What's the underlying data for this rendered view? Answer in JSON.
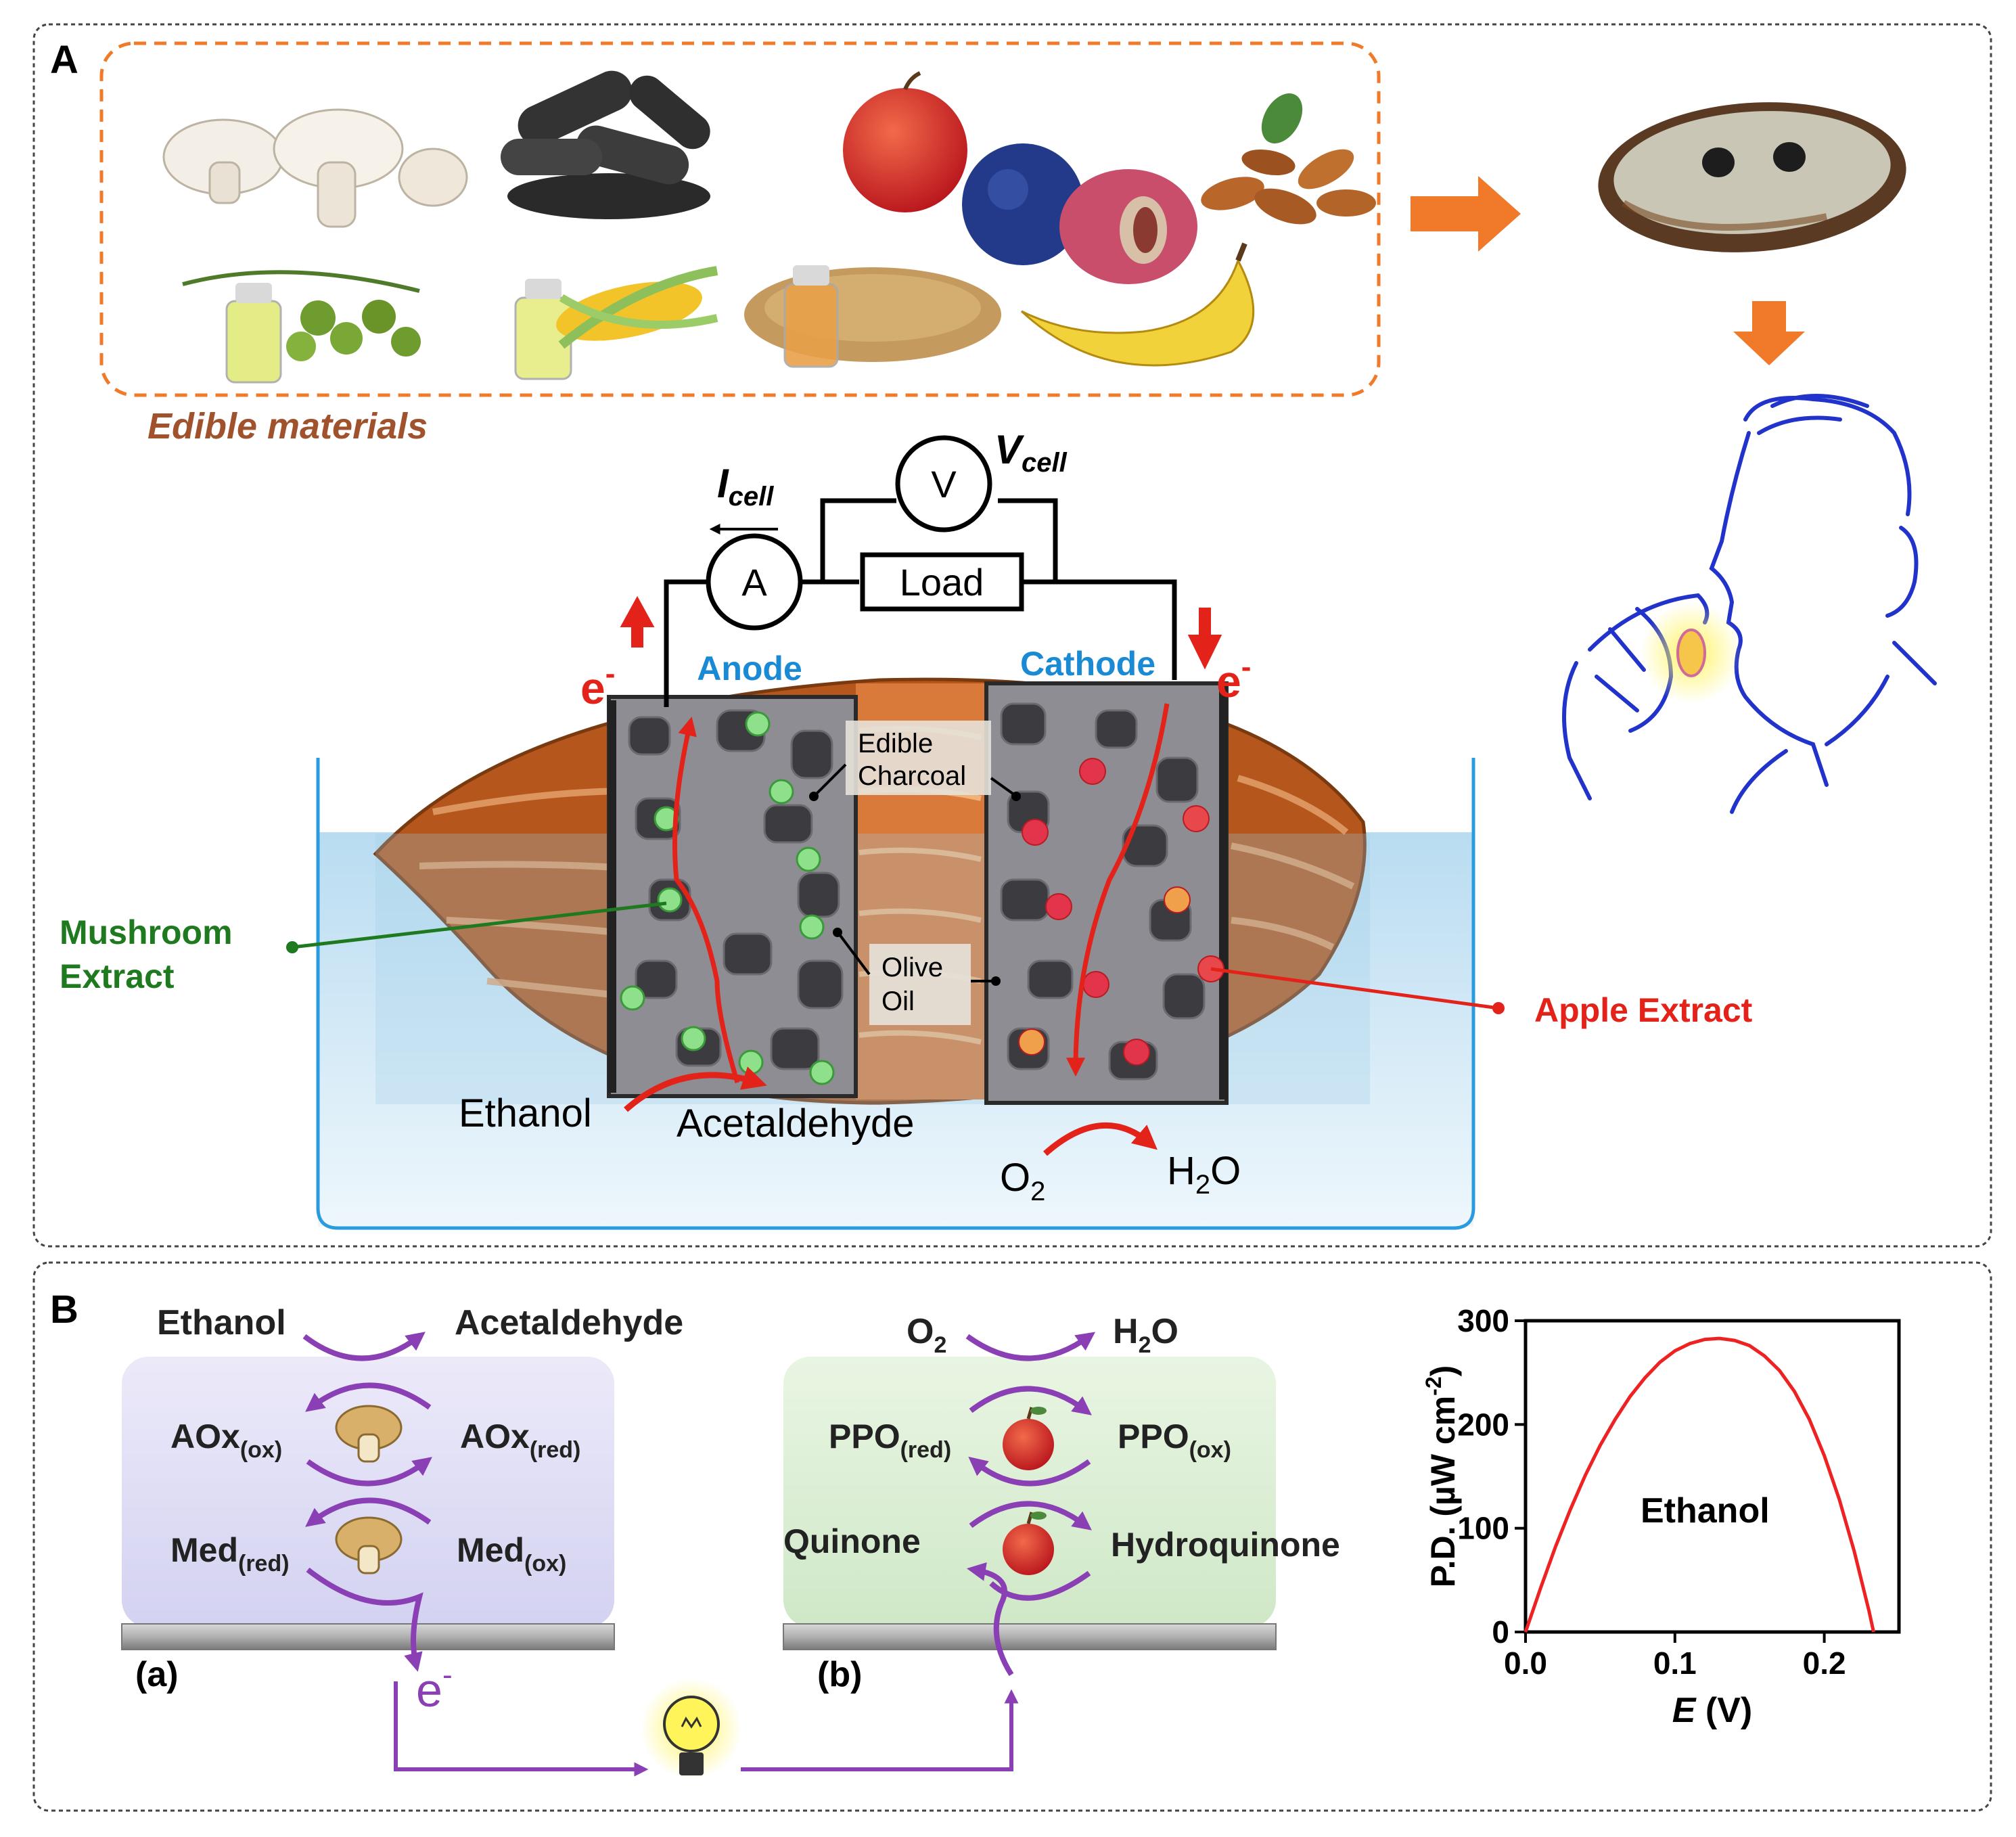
{
  "panel_a": {
    "label": "A",
    "edible_caption": "Edible materials",
    "voltmeter": "V",
    "ammeter": "A",
    "vcell_main": "V",
    "vcell_sub": "cell",
    "icell_main": "I",
    "icell_sub": "cell",
    "load": "Load",
    "anode": "Anode",
    "cathode": "Cathode",
    "electron_main": "e",
    "electron_sup": "-",
    "charcoal_line1": "Edible",
    "charcoal_line2": "Charcoal",
    "olive_line1": "Olive",
    "olive_line2": "Oil",
    "mushroom_line1": "Mushroom",
    "mushroom_line2": "Extract",
    "apple_extract": "Apple Extract",
    "ethanol": "Ethanol",
    "acetaldehyde": "Acetaldehyde",
    "o2_main": "O",
    "o2_sub": "2",
    "h2o_h": "H",
    "h2o_sub": "2",
    "h2o_o": "O",
    "colors": {
      "accent_orange": "#f07a2a",
      "caption_brown": "#a0522d",
      "electrode_label_blue": "#1a8ad4",
      "electron_red": "#e32219",
      "mushroom_green": "#1f7a1f",
      "water_blue": "#bcdff2",
      "almond_brown": "#b5561d",
      "sketch_blue": "#2233cc"
    }
  },
  "panel_b": {
    "label": "B",
    "a_label": "(a)",
    "b_label": "(b)",
    "ethanol": "Ethanol",
    "acetaldehyde": "Acetaldehyde",
    "aox_ox_main": "AOx",
    "aox_ox_sub": "(ox)",
    "aox_red_main": "AOx",
    "aox_red_sub": "(red)",
    "med_red_main": "Med",
    "med_red_sub": "(red)",
    "med_ox_main": "Med",
    "med_ox_sub": "(ox)",
    "o2_main": "O",
    "o2_sub": "2",
    "h2o_h": "H",
    "h2o_sub": "2",
    "h2o_o": "O",
    "ppo_red_main": "PPO",
    "ppo_red_sub": "(red)",
    "ppo_ox_main": "PPO",
    "ppo_ox_sub": "(ox)",
    "quinone": "Quinone",
    "hydroquinone": "Hydroquinone",
    "electron_main": "e",
    "electron_sup": "-",
    "colors": {
      "cycle_purple": "#8a3fb5",
      "anode_box": "#dcdcf5",
      "cathode_box": "#d6ecd0"
    }
  },
  "chart_data": {
    "type": "line",
    "title": "",
    "series_label": "Ethanol",
    "ylabel_text": "P.D. (µW cm",
    "ylabel_sup": "-2",
    "ylabel_close": ")",
    "xlabel_italic": "E",
    "xlabel_rest": " (V)",
    "xlim": [
      0.0,
      0.25
    ],
    "ylim": [
      0,
      300
    ],
    "x_ticks": [
      0.0,
      0.1,
      0.2
    ],
    "x_tick_labels": [
      "0.0",
      "0.1",
      "0.2"
    ],
    "y_ticks": [
      0,
      100,
      200,
      300
    ],
    "y_tick_labels": [
      "0",
      "100",
      "200",
      "300"
    ],
    "color": "#ee2222",
    "series": [
      {
        "x": [
          0.0,
          0.01,
          0.02,
          0.03,
          0.04,
          0.05,
          0.06,
          0.07,
          0.08,
          0.09,
          0.1,
          0.11,
          0.12,
          0.13,
          0.14,
          0.15,
          0.16,
          0.17,
          0.18,
          0.19,
          0.2,
          0.21,
          0.22,
          0.23,
          0.233
        ],
        "values": [
          0,
          42,
          82,
          118,
          151,
          180,
          205,
          227,
          245,
          260,
          271,
          278,
          282,
          283,
          281,
          276,
          266,
          252,
          232,
          205,
          170,
          128,
          78,
          20,
          0
        ]
      }
    ]
  }
}
